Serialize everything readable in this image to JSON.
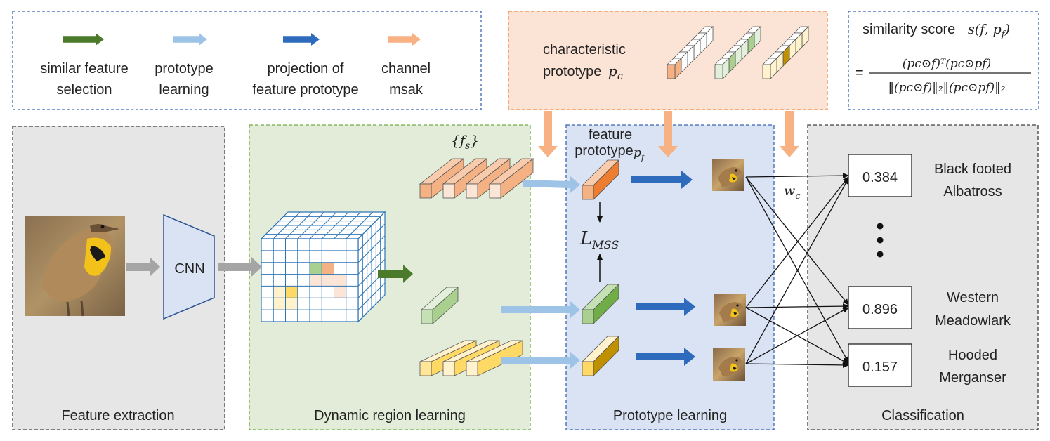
{
  "legend": {
    "items": [
      {
        "line1": "similar feature",
        "line2": "selection",
        "color": "#4a7a2a"
      },
      {
        "line1": "prototype",
        "line2": "learning",
        "color": "#9dc3e6"
      },
      {
        "line1": "projection of",
        "line2": "feature prototype",
        "color": "#2e6bbd"
      },
      {
        "line1": "channel",
        "line2": "msak",
        "color": "#f8b183"
      }
    ]
  },
  "characteristic": {
    "line1": "characteristic",
    "line2": "prototype",
    "symbol": "p",
    "symbol_sub": "c"
  },
  "similarity": {
    "title": "similarity score",
    "symbol": "s(f, p",
    "symbol_sub": "f",
    "symbol_close": ")",
    "eq_sign": "=",
    "numerator": "(pc⊙f)ᵀ(pc⊙pf)",
    "denominator": "‖(pc⊙f)‖₂‖(pc⊙pf)‖₂"
  },
  "stages": {
    "feature_extraction": "Feature extraction",
    "dynamic_region": "Dynamic region learning",
    "prototype_learning": "Prototype learning",
    "classification": "Classification"
  },
  "cnn_label": "CNN",
  "fs_label": "{f",
  "fs_sub": "s",
  "fs_close": "}",
  "feature_prototype": {
    "line1": "feature",
    "line2": "prototype",
    "symbol": "p",
    "symbol_sub": "f"
  },
  "loss": {
    "symbol": "L",
    "sub": "MSS"
  },
  "weight": {
    "symbol": "w",
    "sub": "c"
  },
  "classes": [
    {
      "score": "0.384",
      "line1": "Black footed",
      "line2": "Albatross",
      "highlight": false
    },
    {
      "score": "0.896",
      "line1": "Western",
      "line2": "Meadowlark",
      "highlight": true
    },
    {
      "score": "0.157",
      "line1": "Hooded",
      "line2": "Merganser",
      "highlight": false
    }
  ],
  "colors": {
    "legend_border": "#3b66b0",
    "char_panel_fill": "#fbe3d6",
    "char_panel_border": "#ed8a4a",
    "green_panel_fill": "#e3ecd9",
    "green_panel_border": "#70ad47",
    "blue_panel_fill": "#dae3f3",
    "blue_panel_border": "#3b66b0",
    "gray_panel_fill": "#e6e6e6",
    "gray_panel_border": "#404040",
    "highlight_text": "#ff0000"
  }
}
